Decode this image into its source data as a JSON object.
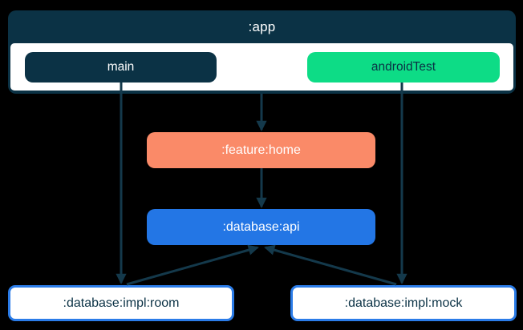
{
  "background_color": "#000000",
  "colors": {
    "navy": "#0b3245",
    "green": "#0ddc86",
    "coral": "#fa8a68",
    "blue": "#2376e5",
    "white": "#ffffff",
    "impl_border_blue": "#2b7ce8",
    "arrow": "#14394b"
  },
  "diagram": {
    "app": {
      "label": ":app",
      "bg": "#0b3245",
      "fg": "#ffffff",
      "source_sets": [
        {
          "id": "main",
          "label": "main",
          "bg": "#0b3245",
          "fg": "#ffffff"
        },
        {
          "id": "androidTest",
          "label": "androidTest",
          "bg": "#0ddc86",
          "fg": "#0b3245"
        }
      ]
    },
    "nodes": [
      {
        "id": "feature-home",
        "label": ":feature:home",
        "bg": "#fa8a68",
        "fg": "#ffffff"
      },
      {
        "id": "database-api",
        "label": ":database:api",
        "bg": "#2376e5",
        "fg": "#ffffff"
      },
      {
        "id": "database-impl-room",
        "label": ":database:impl:room",
        "bg": "#ffffff",
        "fg": "#0b3245",
        "border": "#2b7ce8"
      },
      {
        "id": "database-impl-mock",
        "label": ":database:impl:mock",
        "bg": "#ffffff",
        "fg": "#0b3245",
        "border": "#2b7ce8"
      }
    ],
    "edges": [
      {
        "from": ":app",
        "to": ":feature:home"
      },
      {
        "from": "main",
        "to": ":database:impl:room"
      },
      {
        "from": "androidTest",
        "to": ":database:impl:mock"
      },
      {
        "from": ":feature:home",
        "to": ":database:api"
      },
      {
        "from": ":database:impl:room",
        "to": ":database:api"
      },
      {
        "from": ":database:impl:mock",
        "to": ":database:api"
      }
    ]
  }
}
